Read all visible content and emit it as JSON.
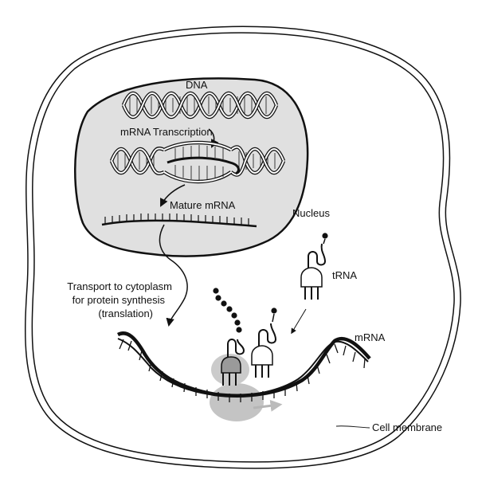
{
  "labels": {
    "dna": "DNA",
    "transcription": "mRNA Transcription",
    "mature_mrna": "Mature mRNA",
    "nucleus": "Nucleus",
    "transport_line1": "Transport to cytoplasm",
    "transport_line2": "for protein synthesis",
    "transport_line3": "(translation)",
    "trna": "tRNA",
    "mrna": "mRNA",
    "cell_membrane": "Cell membrane"
  },
  "colors": {
    "outline": "#111111",
    "nucleus_fill": "#e0e0e0",
    "ribosome": "#c2c2c2",
    "arrow_grey": "#b5b5b5"
  }
}
